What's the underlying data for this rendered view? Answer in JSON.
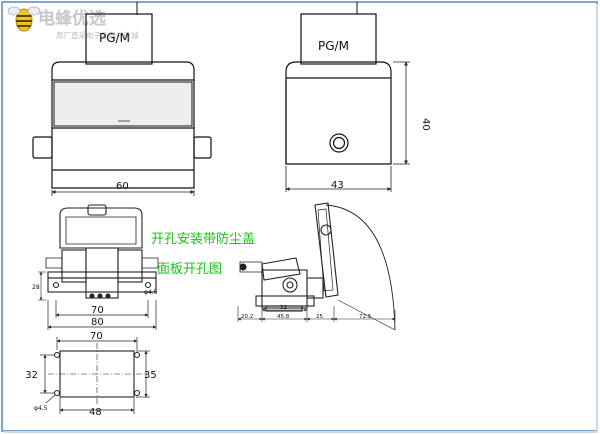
{
  "logo": {
    "brand": "电蜂优选",
    "tagline": "原厂直采电子元器件商城",
    "icon": "bee-icon",
    "brand_color": "#e6b800",
    "text_color": "#c8c8c8"
  },
  "front_view": {
    "cable_label": "PG/M",
    "width_dim": "60"
  },
  "side_view": {
    "cable_label": "PG/M",
    "width_dim": "43",
    "height_dim": "40"
  },
  "notes": {
    "line1": "开孔安装带防尘盖",
    "line2": "面板开孔图",
    "color": "#19c019"
  },
  "mount_view": {
    "height_dim": "28",
    "hole_dim": "φ4.5",
    "inner_dim": "70",
    "outer_dim": "80"
  },
  "open_view": {
    "dim_a": "20.2",
    "dim_b": "32",
    "dim_c": "45.8",
    "dim_d": "25",
    "dim_e": "72.5"
  },
  "panel_cutout": {
    "top_dim": "70",
    "left_dim": "32",
    "right_dim": "35",
    "bottom_dim": "48",
    "hole_dim": "φ4.5"
  },
  "frame_color": "#7aa6d6"
}
